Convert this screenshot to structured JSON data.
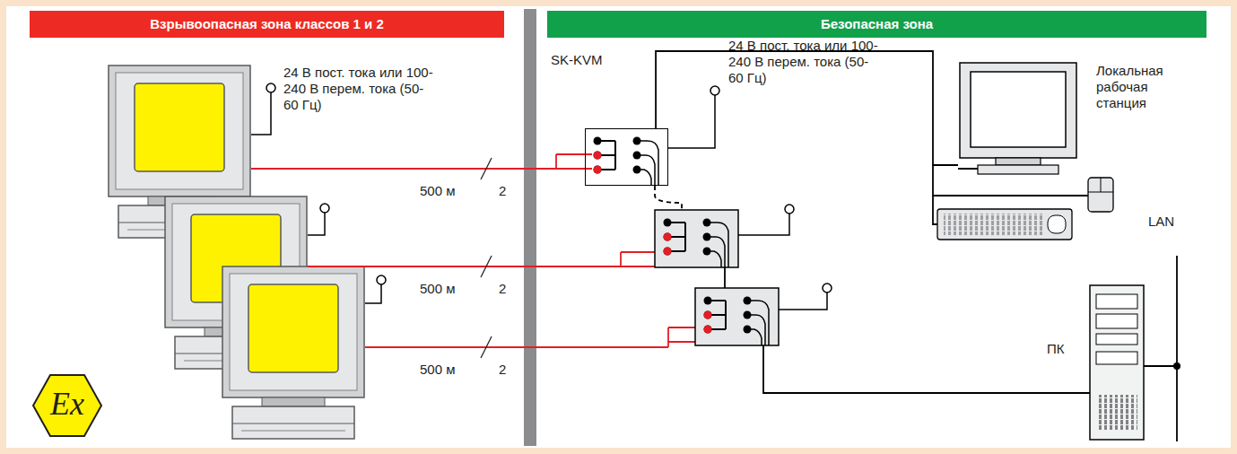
{
  "diagram": {
    "nodes": [
      {
        "text": [
          "Взрывоопасная зона классов 1 и 2"
        ]
      },
      {
        "text": [
          "Безопасная зона"
        ]
      },
      {
        "text": [
          "SK-KVM"
        ]
      },
      {
        "text": [
          "Локальная рабочая станция"
        ]
      },
      {
        "text": [
          "ПК"
        ]
      }
    ],
    "edges": [
      {
        "from": 2,
        "to": 3,
        "arrow": "none"
      }
    ],
    "labels": [
      "24 В пост. тока или 100-240 В перем. тока (50-60 Гц)",
      "24 В пост. тока или 100-240 В перем. тока (50-60 Гц)",
      "500 м",
      "2",
      "500 м",
      "2",
      "500 м",
      "2",
      "LAN",
      "Ex"
    ]
  }
}
